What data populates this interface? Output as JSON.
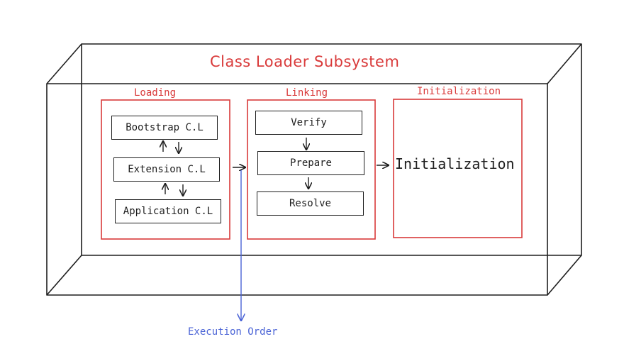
{
  "title": "Class Loader Subsystem",
  "sections": {
    "loading": {
      "label": "Loading",
      "boxes": [
        "Bootstrap C.L",
        "Extension C.L",
        "Application C.L"
      ]
    },
    "linking": {
      "label": "Linking",
      "boxes": [
        "Verify",
        "Prepare",
        "Resolve"
      ]
    },
    "initialization": {
      "label": "Initialization",
      "content": "Initialization"
    }
  },
  "execution_order": "Execution Order",
  "colors": {
    "stroke": "#1e1e1e",
    "section": "#d93a3a",
    "flow": "#4a63d6"
  }
}
